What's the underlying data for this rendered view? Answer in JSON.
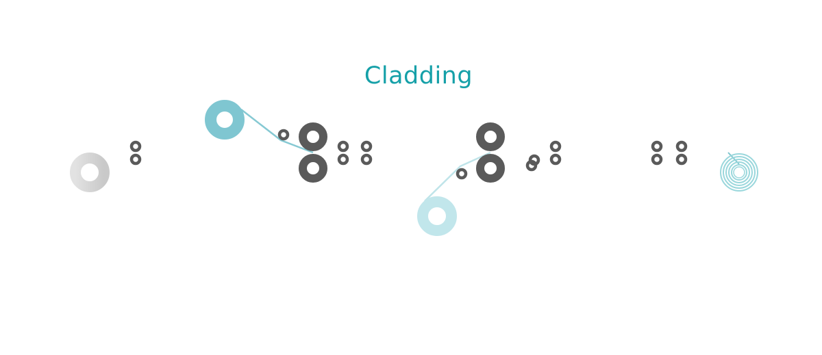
{
  "title": "Cladding",
  "colors": {
    "title": "#15a0a8",
    "roller": "#5a5a5a",
    "base_coil": "#d6d6d6",
    "top_coil": "#7fc6d1",
    "bottom_coil": "#bde5ea",
    "product_coil": "#9ad7dc",
    "strip_base": "#8a8a8a",
    "strip_clad": "#b6dde3",
    "strip_product": "#6fb5c0"
  },
  "components": {
    "base_uncoiler": "coil",
    "top_cladding_uncoiler": "coil",
    "bottom_cladding_uncoiler": "coil",
    "recoiler": "coil",
    "main_roll_stands": 2,
    "guide_roller_pairs": 6,
    "deflector_rollers": 3
  }
}
